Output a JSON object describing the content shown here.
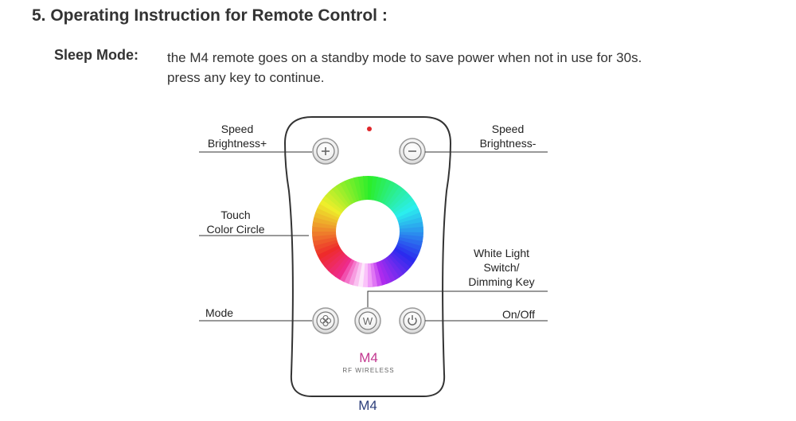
{
  "section": {
    "title": "5. Operating Instruction for Remote Control :"
  },
  "sleep_mode": {
    "label": "Sleep Mode:",
    "line1": "the M4 remote goes on a standby mode to save power when not in use for 30s.",
    "line2": "press any key to continue."
  },
  "callouts": {
    "speed_up": [
      "Speed",
      "Brightness+"
    ],
    "speed_down": [
      "Speed",
      "Brightness-"
    ],
    "touch": [
      "Touch",
      "Color Circle"
    ],
    "white": [
      "White Light",
      "Switch/",
      "Dimming Key"
    ],
    "mode": "Mode",
    "onoff": "On/Off"
  },
  "remote": {
    "brand": "M4",
    "brand_sub": "RF WIRELESS",
    "model_caption": "M4",
    "white_key": "W",
    "colors": {
      "body_outline": "#333333",
      "indicator": "#e0262a",
      "brand": "#c2378f"
    }
  }
}
